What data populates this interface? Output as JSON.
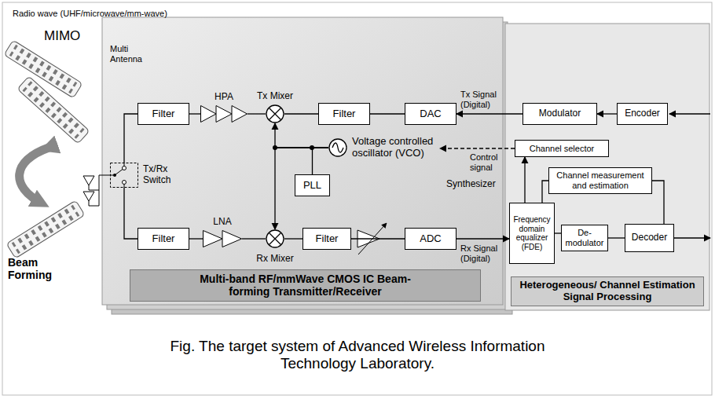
{
  "diagram": {
    "caption": "Fig. The target system of Advanced Wireless Information Technology Laboratory.",
    "nodes": [
      {
        "text": [
          "Multi-band RF/mmWave CMOS IC Beam-forming Transmitter/Receiver"
        ]
      },
      {
        "text": [
          "Filter"
        ],
        "in": 0
      },
      {
        "text": [
          "HPA"
        ],
        "in": 0
      },
      {
        "text": [
          "Tx Mixer"
        ],
        "in": 0
      },
      {
        "text": [
          "Filter"
        ],
        "in": 0
      },
      {
        "text": [
          "DAC"
        ],
        "in": 0
      },
      {
        "text": [
          "Voltage controlled oscillator (VCO)"
        ],
        "in": 0
      },
      {
        "text": [
          "PLL"
        ],
        "in": 0
      },
      {
        "text": [
          "Tx/Rx Switch"
        ],
        "in": 0
      },
      {
        "text": [
          "Filter"
        ],
        "in": 0
      },
      {
        "text": [
          "LNA"
        ],
        "in": 0
      },
      {
        "text": [
          "Rx Mixer"
        ],
        "in": 0
      },
      {
        "text": [
          "Filter"
        ],
        "in": 0
      },
      {
        "text": [
          "ADC"
        ],
        "in": 0
      },
      {
        "text": [
          "Heterogeneous/ Channel Estimation Signal Processing"
        ]
      },
      {
        "text": [
          "Modulator"
        ],
        "in": 14
      },
      {
        "text": [
          "Encoder"
        ],
        "in": 14
      },
      {
        "text": [
          "Channel selector"
        ],
        "in": 14
      },
      {
        "text": [
          "Channel measurement and estimation"
        ],
        "in": 14
      },
      {
        "text": [
          "Frequency domain equalizer (FDE)"
        ],
        "in": 14
      },
      {
        "text": [
          "De- modulator"
        ],
        "in": 14
      },
      {
        "text": [
          "Decoder"
        ],
        "in": 14
      }
    ],
    "edges": [
      {
        "from": 16,
        "to": 15,
        "arrow": "to"
      },
      {
        "from": 15,
        "to": 5,
        "arrow": "to",
        "label": "Tx Signal (Digital)"
      },
      {
        "from": 5,
        "to": 4,
        "arrow": "none"
      },
      {
        "from": 4,
        "to": 3,
        "arrow": "none"
      },
      {
        "from": 3,
        "to": 2,
        "arrow": "none"
      },
      {
        "from": 2,
        "to": 1,
        "arrow": "none"
      },
      {
        "from": 1,
        "to": 8,
        "arrow": "none"
      },
      {
        "from": 7,
        "to": 6,
        "arrow": "none"
      },
      {
        "from": 6,
        "to": 3,
        "arrow": "to"
      },
      {
        "from": 6,
        "to": 11,
        "arrow": "to"
      },
      {
        "from": 8,
        "to": 9,
        "arrow": "none"
      },
      {
        "from": 9,
        "to": 10,
        "arrow": "none"
      },
      {
        "from": 10,
        "to": 11,
        "arrow": "none"
      },
      {
        "from": 11,
        "to": 12,
        "arrow": "none"
      },
      {
        "from": 12,
        "to": 13,
        "arrow": "none"
      },
      {
        "from": 13,
        "to": 19,
        "arrow": "to",
        "label": "Rx Signal (Digital)"
      },
      {
        "from": 19,
        "to": 20,
        "arrow": "none"
      },
      {
        "from": 20,
        "to": 21,
        "arrow": "none"
      },
      {
        "from": 17,
        "to": 6,
        "arrow": "to",
        "label": "Control signal"
      },
      {
        "from": 19,
        "to": 17,
        "arrow": "to"
      },
      {
        "from": 18,
        "to": 19,
        "arrow": "none"
      },
      {
        "from": 21,
        "to": 18,
        "arrow": "none"
      }
    ],
    "labels": [
      "Radio wave (UHF/microwave/mm-wave)",
      "MIMO",
      "Multi Antenna",
      "Beam Forming",
      "Synthesizer"
    ]
  }
}
